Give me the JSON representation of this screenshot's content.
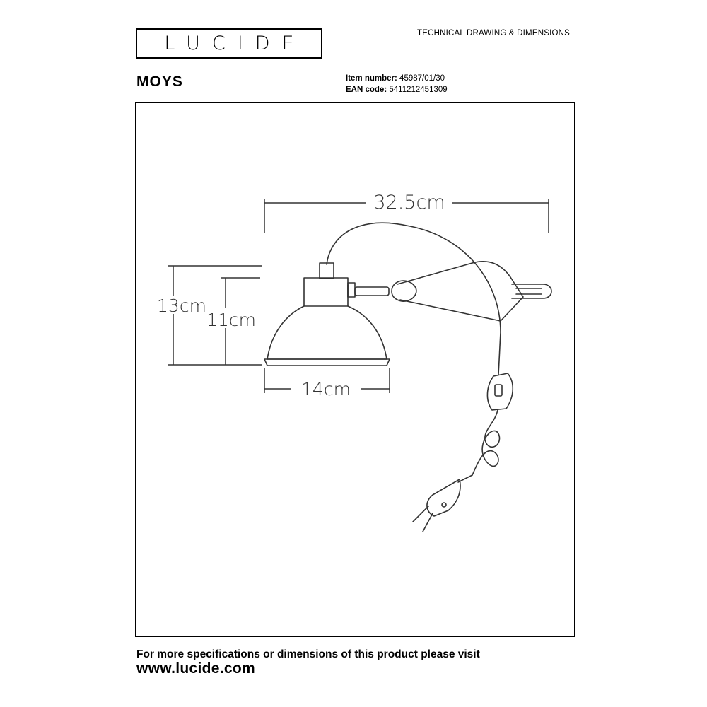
{
  "header": {
    "logo_text": "LUCIDE",
    "doc_type": "TECHNICAL DRAWING & DIMENSIONS"
  },
  "product": {
    "name": "MOYS",
    "item_number_label": "Item number:",
    "item_number": "45987/01/30",
    "ean_label": "EAN code:",
    "ean": "5411212451309"
  },
  "dimensions": {
    "width_label": "32.5cm",
    "height_total_label": "13cm",
    "height_shade_label": "11cm",
    "diameter_label": "14cm"
  },
  "footer": {
    "text": "For more specifications or dimensions of this product please visit",
    "url": "www.lucide.com"
  }
}
